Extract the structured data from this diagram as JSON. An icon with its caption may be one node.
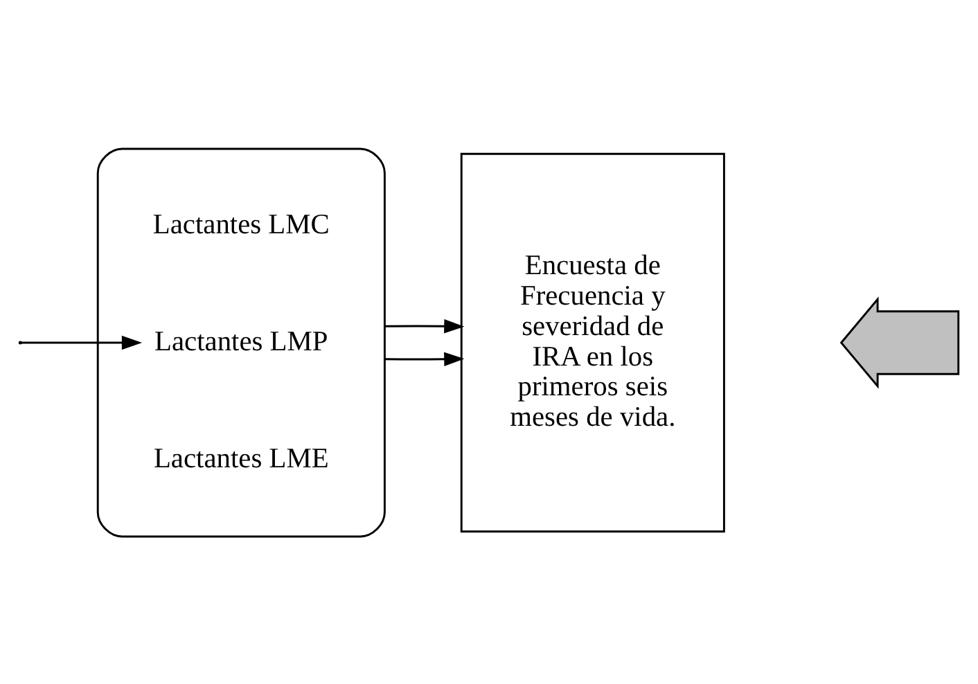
{
  "diagram": {
    "nodes": [
      {
        "text": [],
        "shape": "ellipse"
      },
      {
        "text": [
          "Lactantes LME"
        ],
        "in": 0
      },
      {
        "text": [
          "Lactantes LMP"
        ],
        "in": 0
      },
      {
        "text": [
          "Lactantes LMC"
        ],
        "in": 0
      },
      {
        "text": [
          "Encuesta de Frecuencia y severidad de IRA en los primeros seis meses de vida."
        ]
      },
      {
        "text": [],
        "shape": "arrow"
      }
    ],
    "edges": [
      {
        "from": null,
        "to": 2,
        "arrow": "to"
      },
      {
        "from": 0,
        "to": 4,
        "arrow": "to"
      },
      {
        "from": 0,
        "to": 4,
        "arrow": "to"
      }
    ]
  }
}
